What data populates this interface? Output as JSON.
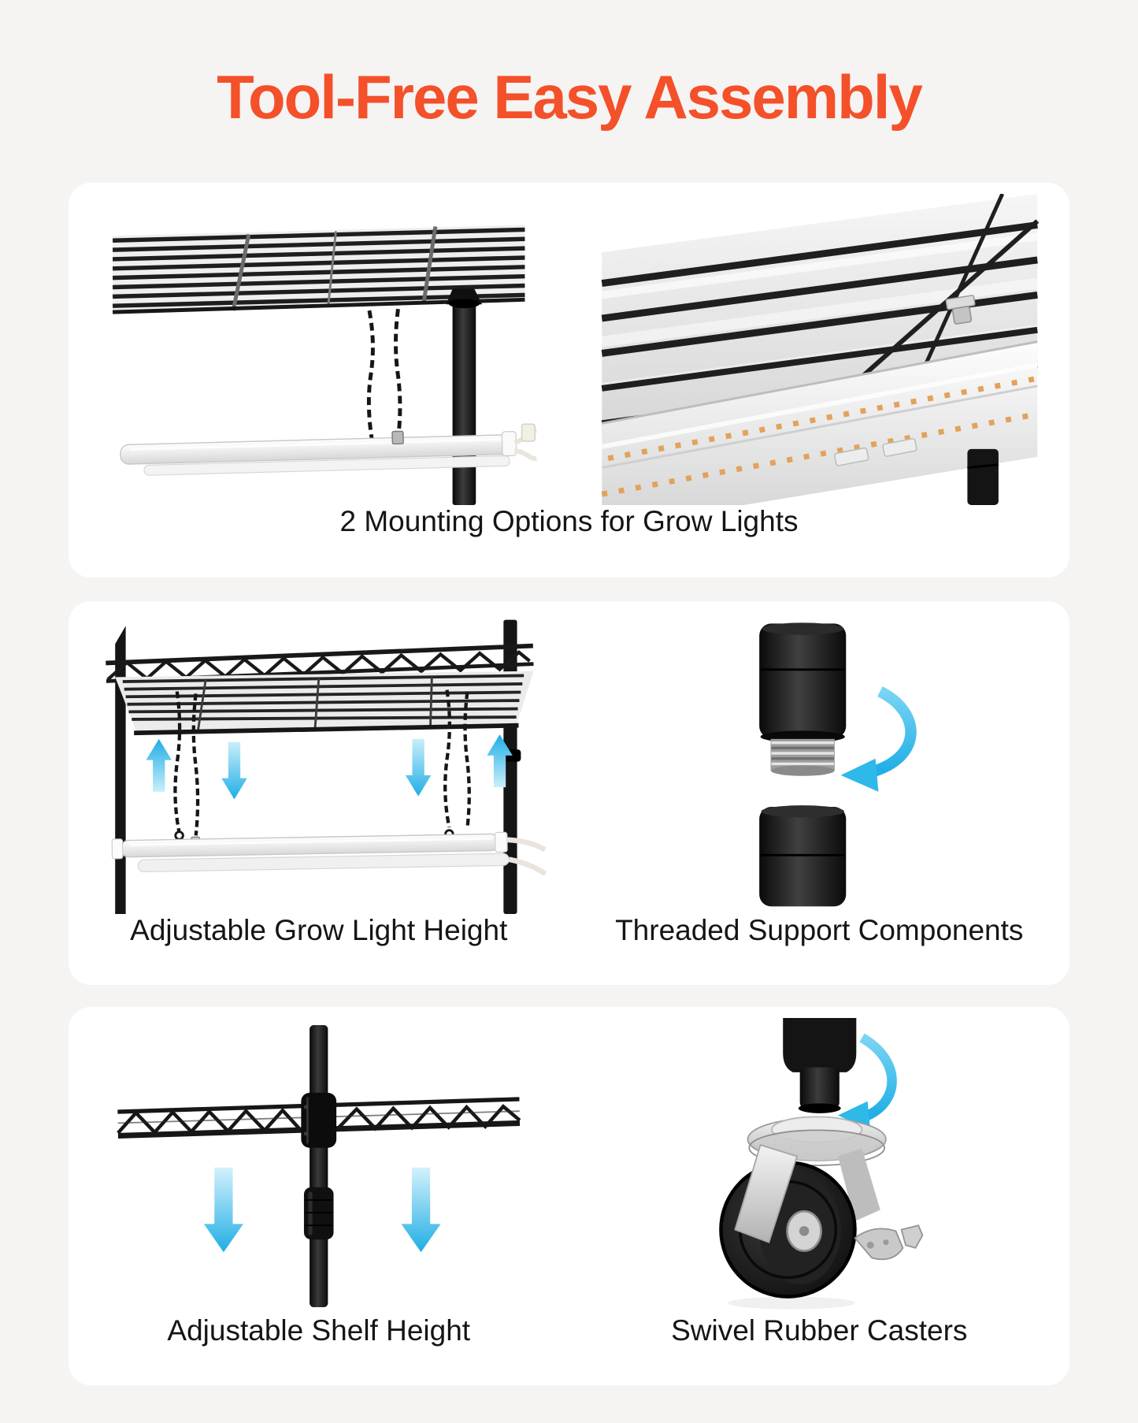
{
  "title": "Tool-Free Easy Assembly",
  "colors": {
    "title": "#F4502A",
    "page_background": "#F5F4F2",
    "card_background": "#FFFFFF",
    "caption_text": "#151515",
    "arrow_blue": "#2FB9E9",
    "led_amber": "#E2A25A",
    "metal_black": "#141414",
    "chrome_silver": "#C9C9C9"
  },
  "cards": [
    {
      "name": "mounting-options",
      "captions": [
        "2 Mounting Options for Grow Lights"
      ],
      "photos": [
        {
          "name": "grow-light-hanging-chain-mount",
          "subject": "Grow light bar hung below wire shelf with two black chains"
        },
        {
          "name": "grow-light-clip-mount-closeup",
          "subject": "Grow light bar clipped directly to underside of wire shelf, LED strips visible"
        }
      ]
    },
    {
      "name": "height-and-threads",
      "captions": [
        "Adjustable Grow Light Height",
        "Threaded Support Components"
      ],
      "photos": [
        {
          "name": "adjustable-grow-light-height",
          "subject": "Hanging chains with up and down arrows showing light height adjustment",
          "icons": [
            "up-arrow-icon",
            "down-arrow-icon"
          ]
        },
        {
          "name": "threaded-support-components",
          "subject": "Two black pole sections joined by silver threaded connector with rotation arrow",
          "icons": [
            "rotate-arrow-icon"
          ]
        }
      ]
    },
    {
      "name": "shelf-and-casters",
      "captions": [
        "Adjustable Shelf Height",
        "Swivel Rubber Casters"
      ],
      "photos": [
        {
          "name": "adjustable-shelf-height",
          "subject": "Wire shelf sliding on pole with two down arrows",
          "icons": [
            "down-arrow-icon"
          ]
        },
        {
          "name": "swivel-rubber-caster",
          "subject": "Swivel rubber caster wheel with brake lever and rotation arrow",
          "icons": [
            "rotate-arrow-icon"
          ]
        }
      ]
    }
  ]
}
